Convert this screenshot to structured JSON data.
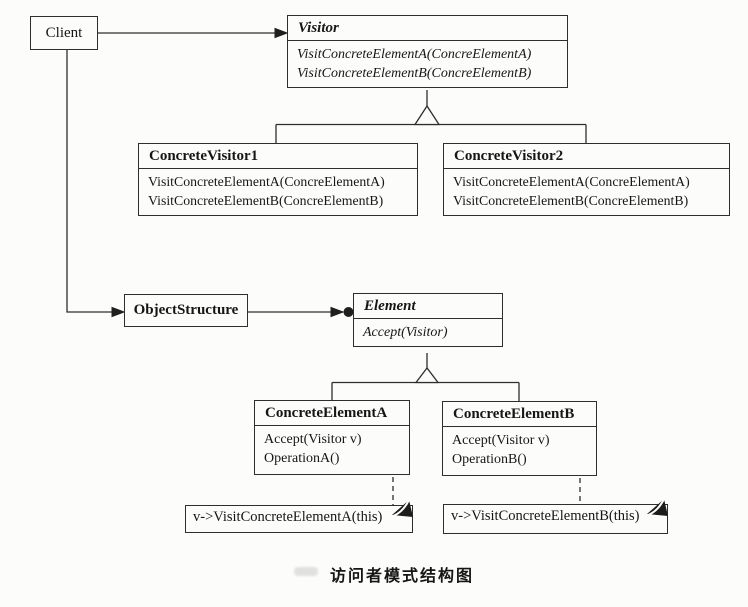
{
  "caption": "访问者模式结构图",
  "classes": {
    "client": {
      "name": "Client"
    },
    "visitor": {
      "name": "Visitor",
      "methods": [
        "VisitConcreteElementA(ConcreElementA)",
        "VisitConcreteElementB(ConcreElementB)"
      ]
    },
    "concrete_visitor_1": {
      "name": "ConcreteVisitor1",
      "methods": [
        "VisitConcreteElementA(ConcreElementA)",
        "VisitConcreteElementB(ConcreElementB)"
      ]
    },
    "concrete_visitor_2": {
      "name": "ConcreteVisitor2",
      "methods": [
        "VisitConcreteElementA(ConcreElementA)",
        "VisitConcreteElementB(ConcreElementB)"
      ]
    },
    "object_structure": {
      "name": "ObjectStructure"
    },
    "element": {
      "name": "Element",
      "methods": [
        "Accept(Visitor)"
      ]
    },
    "concrete_element_a": {
      "name": "ConcreteElementA",
      "methods": [
        "Accept(Visitor v)",
        "OperationA()"
      ]
    },
    "concrete_element_b": {
      "name": "ConcreteElementB",
      "methods": [
        "Accept(Visitor v)",
        "OperationB()"
      ]
    }
  },
  "notes": {
    "note_a": {
      "text": "v->VisitConcreteElementA(this)"
    },
    "note_b": {
      "text": "v->VisitConcreteElementB(this)"
    }
  },
  "colors": {
    "line": "#2e2e2e",
    "background": "#fcfcfa",
    "note_fold": "#1c1c1c"
  }
}
